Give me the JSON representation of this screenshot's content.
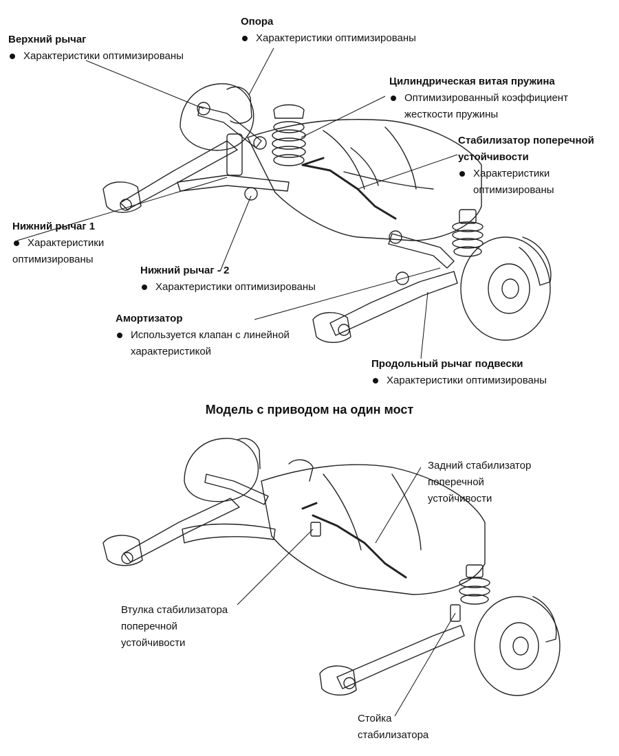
{
  "top_diagram": {
    "callouts": [
      {
        "title": "Верхний рычаг",
        "lines": [
          "Характеристики оптимизированы"
        ]
      },
      {
        "title": "Опора",
        "lines": [
          "Характеристики оптимизированы"
        ]
      },
      {
        "title": "Цилиндрическая витая пружина",
        "lines": [
          "Оптимизированный коэффициент",
          "жесткости пружины"
        ]
      },
      {
        "title": "Стабилизатор поперечной",
        "title2": "устойчивости",
        "lines": [
          "Характеристики",
          "оптимизированы"
        ]
      },
      {
        "title": "Нижний рычаг  1",
        "lines": [
          "Характеристики",
          "оптимизированы"
        ]
      },
      {
        "title": "Нижний рычаг - 2",
        "lines": [
          "Характеристики оптимизированы"
        ]
      },
      {
        "title": "Амортизатор",
        "lines": [
          "Используется клапан с линейной",
          "характеристикой"
        ]
      },
      {
        "title": "Продольный рычаг подвески",
        "lines": [
          "Характеристики оптимизированы"
        ]
      }
    ]
  },
  "section_title": "Модель с приводом на один мост",
  "bottom_diagram": {
    "labels": [
      {
        "lines": [
          "Задний стабилизатор",
          "поперечной",
          "устойчивости"
        ]
      },
      {
        "lines": [
          "Втулка стабилизатора",
          "поперечной",
          "устойчивости"
        ]
      },
      {
        "lines": [
          "Стойка",
          "стабилизатора"
        ]
      }
    ]
  }
}
